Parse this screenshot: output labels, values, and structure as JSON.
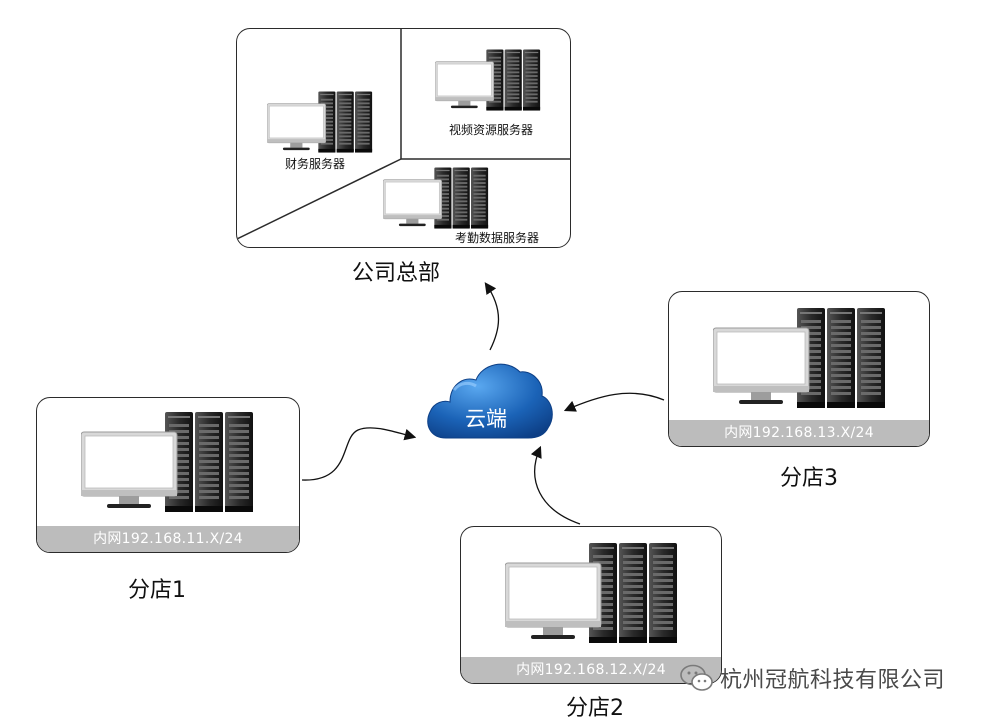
{
  "headquarters": {
    "title": "公司总部",
    "servers": [
      {
        "label": "财务服务器",
        "icon": "server-workstation-icon"
      },
      {
        "label": "视频资源服务器",
        "icon": "server-workstation-icon"
      },
      {
        "label": "考勤数据服务器",
        "icon": "server-workstation-icon"
      }
    ]
  },
  "cloud": {
    "label": "云端",
    "icon": "cloud-icon",
    "color": "#1b63b7"
  },
  "branches": [
    {
      "name": "分店1",
      "network": "内网192.168.11.X/24",
      "icon": "server-workstation-icon"
    },
    {
      "name": "分店2",
      "network": "内网192.168.12.X/24",
      "icon": "server-workstation-icon"
    },
    {
      "name": "分店3",
      "network": "内网192.168.13.X/24",
      "icon": "server-workstation-icon"
    }
  ],
  "watermark": {
    "text": "杭州冠航科技有限公司",
    "icon": "wechat-icon"
  }
}
